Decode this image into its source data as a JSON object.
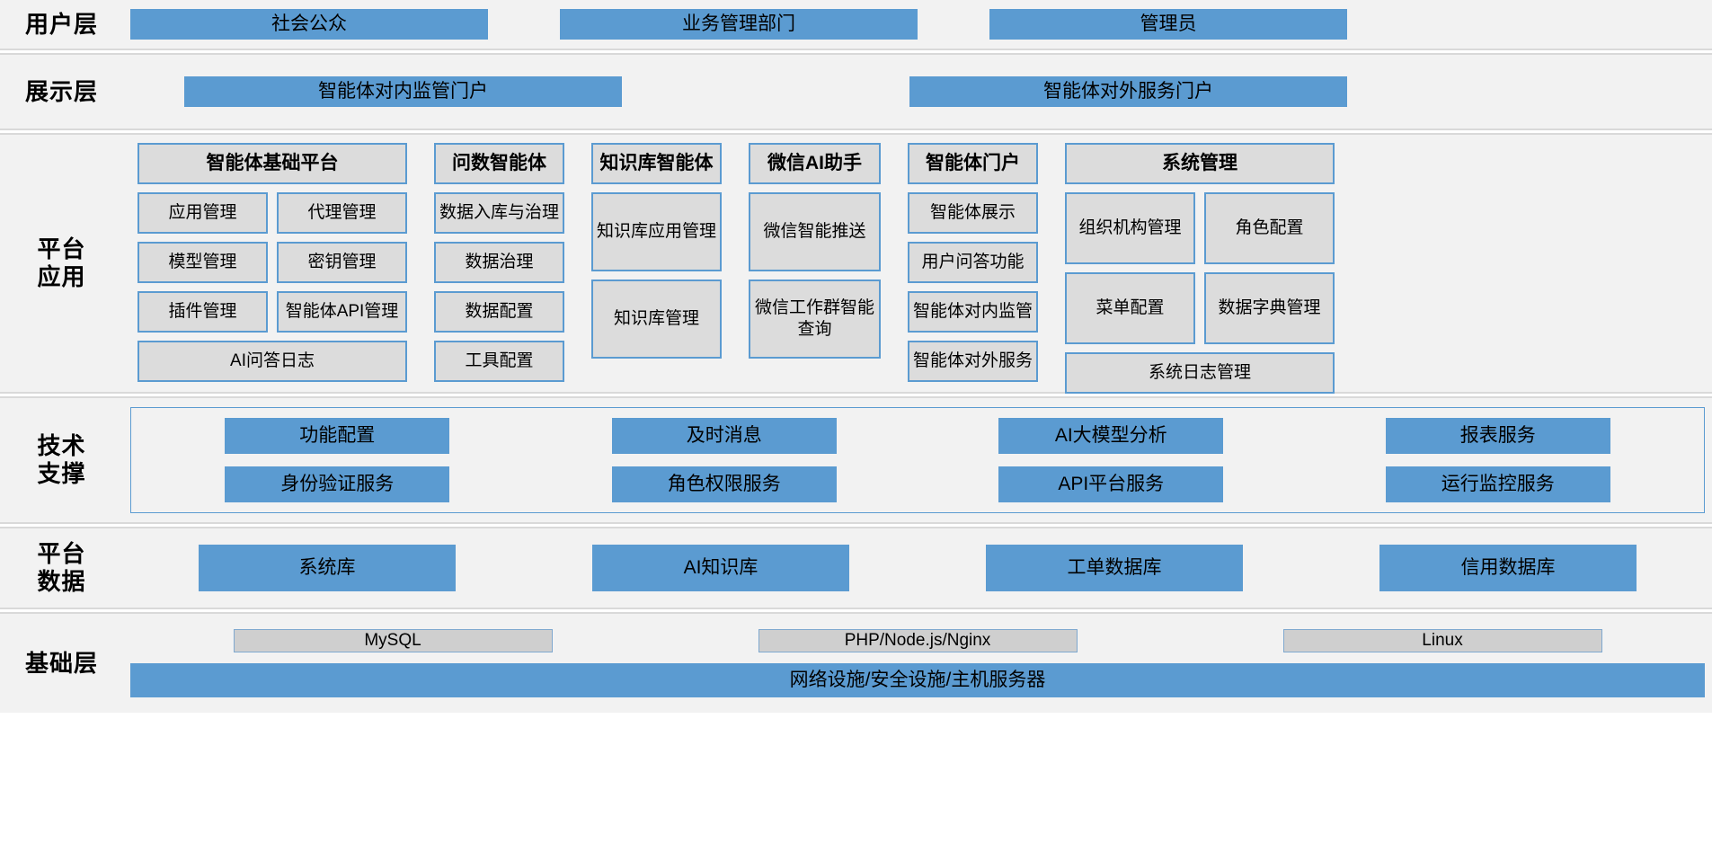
{
  "layers": {
    "user": {
      "label": "用户层",
      "items": [
        {
          "label": "社会公众"
        },
        {
          "label": "业务管理部门"
        },
        {
          "label": "管理员"
        }
      ]
    },
    "presentation": {
      "label": "展示层",
      "items": [
        {
          "label": "智能体对内监管门户"
        },
        {
          "label": "智能体对外服务门户"
        }
      ]
    },
    "platform_application": {
      "label": "平台\n应用",
      "columns": [
        {
          "title": "智能体基础平台",
          "items": [
            "应用管理",
            "代理管理",
            "模型管理",
            "密钥管理",
            "插件管理",
            "智能体API管理",
            "AI问答日志"
          ]
        },
        {
          "title": "问数智能体",
          "items": [
            "数据入库与治理",
            "数据治理",
            "数据配置",
            "工具配置"
          ]
        },
        {
          "title": "知识库智能体",
          "items": [
            "知识库应用管理",
            "知识库管理"
          ]
        },
        {
          "title": "微信AI助手",
          "items": [
            "微信智能推送",
            "微信工作群智能查询"
          ]
        },
        {
          "title": "智能体门户",
          "items": [
            "智能体展示",
            "用户问答功能",
            "智能体对内监管",
            "智能体对外服务"
          ]
        },
        {
          "title": "系统管理",
          "items": [
            "组织机构管理",
            "角色配置",
            "菜单配置",
            "数据字典管理",
            "系统日志管理"
          ]
        }
      ]
    },
    "tech_support": {
      "label": "技术\n支撑",
      "columns": [
        [
          "功能配置",
          "身份验证服务"
        ],
        [
          "及时消息",
          "角色权限服务"
        ],
        [
          "AI大模型分析",
          "API平台服务"
        ],
        [
          "报表服务",
          "运行监控服务"
        ]
      ]
    },
    "platform_data": {
      "label": "平台\n数据",
      "items": [
        "系统库",
        "AI知识库",
        "工单数据库",
        "信用数据库"
      ]
    },
    "infrastructure": {
      "label": "基础层",
      "top_items": [
        "MySQL",
        "PHP/Node.js/Nginx",
        "Linux"
      ],
      "bottom_item": "网络设施/安全设施/主机服务器"
    }
  },
  "colors": {
    "blue": "#5b9bd1",
    "gray_fill": "#dcdcdc",
    "band": "#f2f2f2",
    "border_blue": "#5b9bd1"
  }
}
